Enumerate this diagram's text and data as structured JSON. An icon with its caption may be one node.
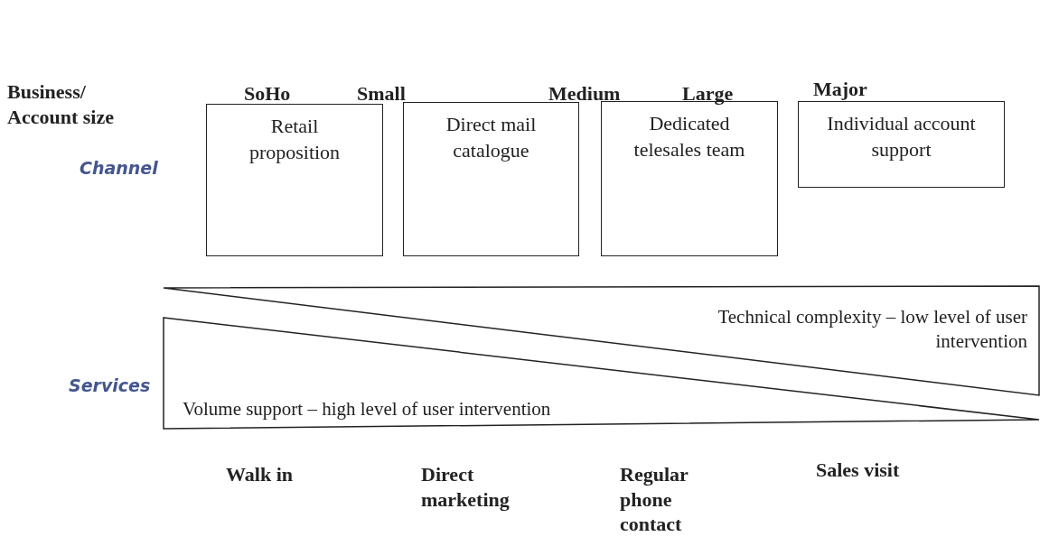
{
  "diagram": {
    "nodes": [
      {
        "text": [
          "Retail proposition"
        ]
      },
      {
        "text": [
          "Direct mail catalogue"
        ]
      },
      {
        "text": [
          "Dedicated telesales team"
        ]
      },
      {
        "text": [
          "Individual account support"
        ]
      },
      {
        "text": [
          "Technical complexity – low level of user intervention"
        ]
      },
      {
        "text": [
          "Volume support – high level of user intervention"
        ]
      }
    ],
    "labels": [
      "Business/ Account size",
      "SoHo",
      "Small",
      "Medium",
      "Large",
      "Major",
      "Channel",
      "Services",
      "Walk in",
      "Direct marketing",
      "Regular phone contact",
      "Sales visit"
    ]
  }
}
